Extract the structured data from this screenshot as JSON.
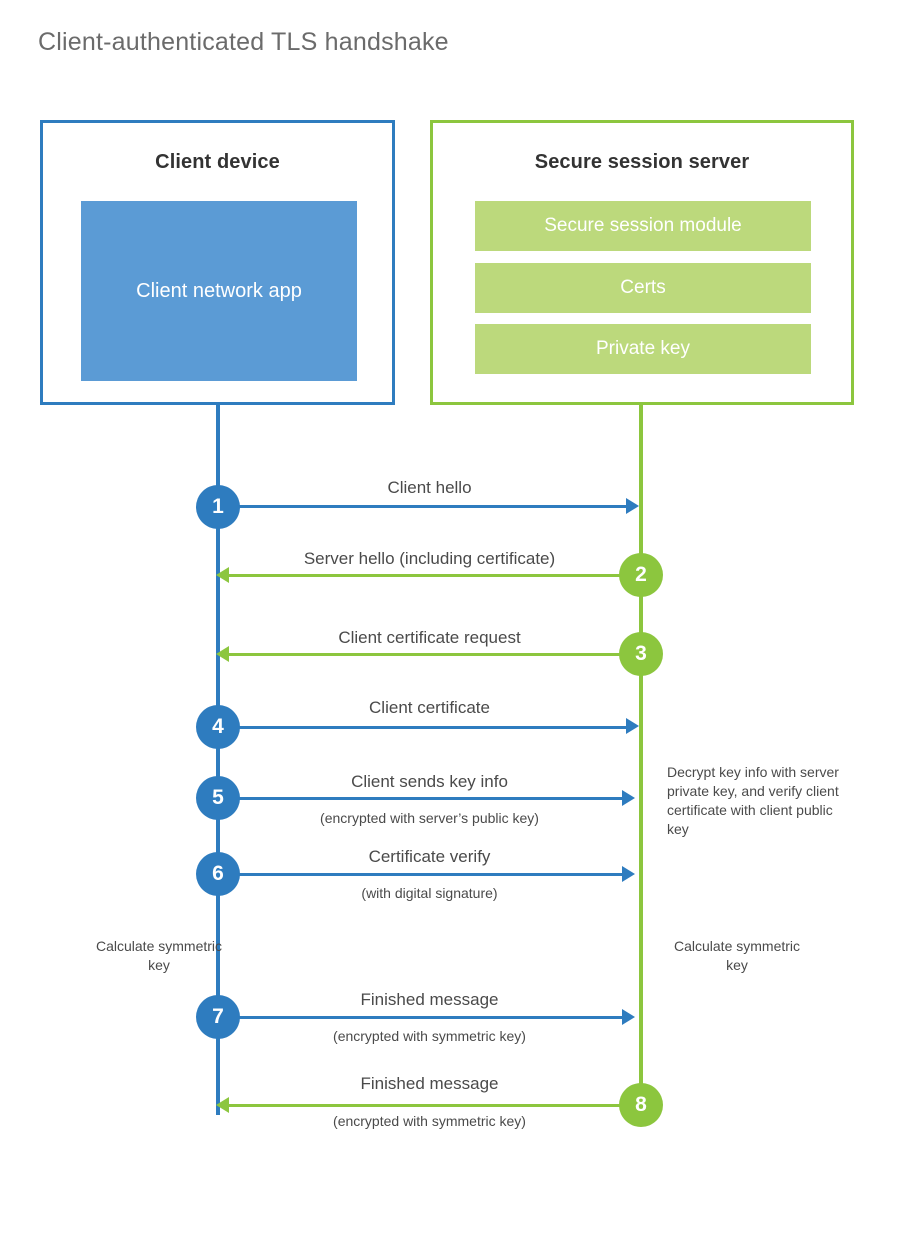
{
  "title": "Client-authenticated TLS handshake",
  "colors": {
    "client_blue": "#2E7CBF",
    "client_app_fill": "#5B9BD5",
    "server_green": "#8CC63E",
    "server_bar_fill": "#BCD97C",
    "text": "#4a4a4a"
  },
  "client": {
    "title": "Client device",
    "app_label": "Client network app"
  },
  "server": {
    "title": "Secure session server",
    "components": [
      "Secure session module",
      "Certs",
      "Private key"
    ]
  },
  "steps": [
    {
      "number": "1",
      "direction": "client-to-server",
      "label": "Client hello",
      "sublabel": ""
    },
    {
      "number": "2",
      "direction": "server-to-client",
      "label": "Server hello (including certificate)",
      "sublabel": ""
    },
    {
      "number": "3",
      "direction": "server-to-client",
      "label": "Client certificate request",
      "sublabel": ""
    },
    {
      "number": "4",
      "direction": "client-to-server",
      "label": "Client certificate",
      "sublabel": ""
    },
    {
      "number": "5",
      "direction": "client-to-server",
      "label": "Client sends key info",
      "sublabel": "(encrypted with server’s public key)"
    },
    {
      "number": "6",
      "direction": "client-to-server",
      "label": "Certificate verify",
      "sublabel": "(with digital signature)"
    },
    {
      "number": "7",
      "direction": "client-to-server",
      "label": "Finished message",
      "sublabel": "(encrypted with symmetric key)"
    },
    {
      "number": "8",
      "direction": "server-to-client",
      "label": "Finished message",
      "sublabel": "(encrypted with symmetric key)"
    }
  ],
  "notes": {
    "server_decrypt": "Decrypt key info with server private key, and verify client certificate with client public key",
    "client_symmetric_key": "Calculate symmetric key",
    "server_symmetric_key": "Calculate symmetric key"
  }
}
